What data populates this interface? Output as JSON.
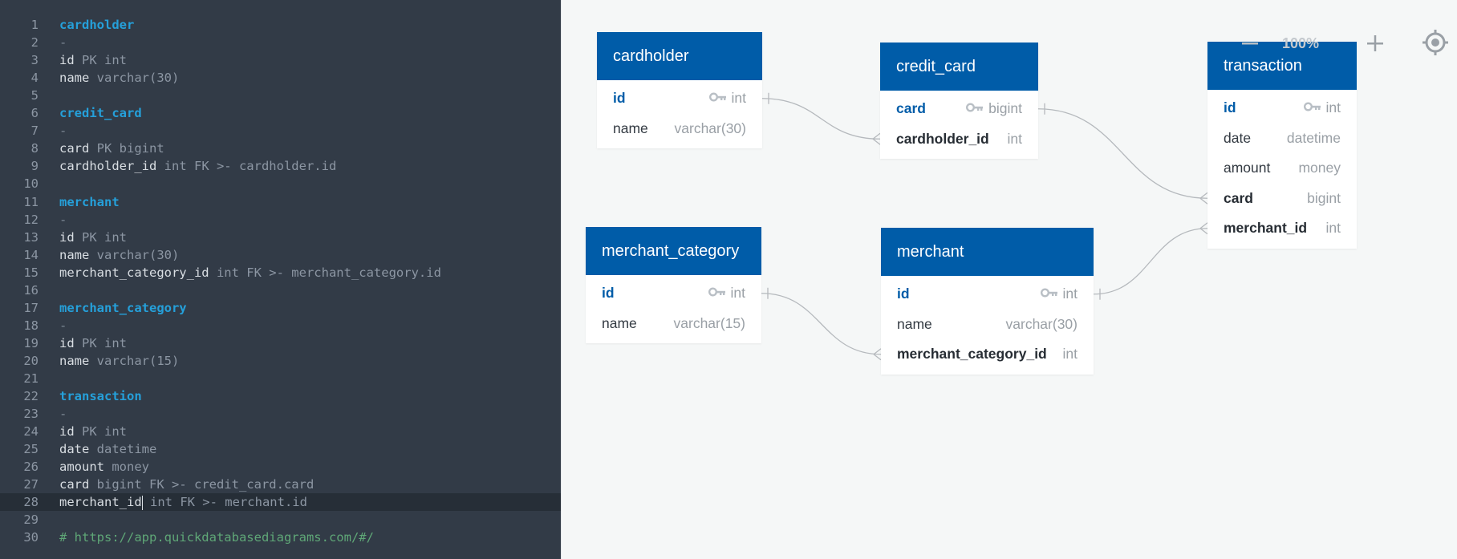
{
  "editor": {
    "lines": [
      {
        "n": "1",
        "parts": [
          {
            "t": "cardholder",
            "c": "kw-table"
          }
        ]
      },
      {
        "n": "2",
        "parts": [
          {
            "t": "-",
            "c": "kw-sep"
          }
        ]
      },
      {
        "n": "3",
        "parts": [
          {
            "t": "id ",
            "c": ""
          },
          {
            "t": "PK int",
            "c": "kw-type"
          }
        ]
      },
      {
        "n": "4",
        "parts": [
          {
            "t": "name ",
            "c": ""
          },
          {
            "t": "varchar(30)",
            "c": "kw-type"
          }
        ]
      },
      {
        "n": "5",
        "parts": []
      },
      {
        "n": "6",
        "parts": [
          {
            "t": "credit_card",
            "c": "kw-table"
          }
        ]
      },
      {
        "n": "7",
        "parts": [
          {
            "t": "-",
            "c": "kw-sep"
          }
        ]
      },
      {
        "n": "8",
        "parts": [
          {
            "t": "card ",
            "c": ""
          },
          {
            "t": "PK bigint",
            "c": "kw-type"
          }
        ]
      },
      {
        "n": "9",
        "parts": [
          {
            "t": "cardholder_id ",
            "c": ""
          },
          {
            "t": "int FK >- cardholder.id",
            "c": "kw-type"
          }
        ]
      },
      {
        "n": "10",
        "parts": []
      },
      {
        "n": "11",
        "parts": [
          {
            "t": "merchant",
            "c": "kw-table"
          }
        ]
      },
      {
        "n": "12",
        "parts": [
          {
            "t": "-",
            "c": "kw-sep"
          }
        ]
      },
      {
        "n": "13",
        "parts": [
          {
            "t": "id ",
            "c": ""
          },
          {
            "t": "PK int",
            "c": "kw-type"
          }
        ]
      },
      {
        "n": "14",
        "parts": [
          {
            "t": "name ",
            "c": ""
          },
          {
            "t": "varchar(30)",
            "c": "kw-type"
          }
        ]
      },
      {
        "n": "15",
        "parts": [
          {
            "t": "merchant_category_id ",
            "c": ""
          },
          {
            "t": "int FK >- merchant_category.id",
            "c": "kw-type"
          }
        ]
      },
      {
        "n": "16",
        "parts": []
      },
      {
        "n": "17",
        "parts": [
          {
            "t": "merchant_category",
            "c": "kw-table"
          }
        ]
      },
      {
        "n": "18",
        "parts": [
          {
            "t": "-",
            "c": "kw-sep"
          }
        ]
      },
      {
        "n": "19",
        "parts": [
          {
            "t": "id ",
            "c": ""
          },
          {
            "t": "PK int",
            "c": "kw-type"
          }
        ]
      },
      {
        "n": "20",
        "parts": [
          {
            "t": "name ",
            "c": ""
          },
          {
            "t": "varchar(15)",
            "c": "kw-type"
          }
        ]
      },
      {
        "n": "21",
        "parts": []
      },
      {
        "n": "22",
        "parts": [
          {
            "t": "transaction",
            "c": "kw-table"
          }
        ]
      },
      {
        "n": "23",
        "parts": [
          {
            "t": "-",
            "c": "kw-sep"
          }
        ]
      },
      {
        "n": "24",
        "parts": [
          {
            "t": "id ",
            "c": ""
          },
          {
            "t": "PK int",
            "c": "kw-type"
          }
        ]
      },
      {
        "n": "25",
        "parts": [
          {
            "t": "date ",
            "c": ""
          },
          {
            "t": "datetime",
            "c": "kw-type"
          }
        ]
      },
      {
        "n": "26",
        "parts": [
          {
            "t": "amount ",
            "c": ""
          },
          {
            "t": "money",
            "c": "kw-type"
          }
        ]
      },
      {
        "n": "27",
        "parts": [
          {
            "t": "card ",
            "c": ""
          },
          {
            "t": "bigint FK >- credit_card.card",
            "c": "kw-type"
          }
        ]
      },
      {
        "n": "28",
        "parts": [
          {
            "t": "merchant_id",
            "c": ""
          },
          {
            "t": "|caret|",
            "c": "caret"
          },
          {
            "t": " int FK >- merchant.id",
            "c": "kw-type"
          }
        ],
        "current": true
      },
      {
        "n": "29",
        "parts": []
      },
      {
        "n": "30",
        "parts": [
          {
            "t": "# https://app.quickdatabasediagrams.com/#/",
            "c": "kw-comment"
          }
        ]
      }
    ]
  },
  "toolbar": {
    "zoom_label": "100%",
    "minus_icon": "minus-icon",
    "plus_icon": "plus-icon",
    "locate_icon": "locate-icon"
  },
  "colors": {
    "header": "#005ca8",
    "editor_bg": "#323b47",
    "canvas_bg": "#f5f7f7"
  },
  "tables": [
    {
      "id": "cardholder",
      "title": "cardholder",
      "fields": [
        {
          "name": "id",
          "type": "int",
          "pk": true,
          "fk": false
        },
        {
          "name": "name",
          "type": "varchar(30)",
          "pk": false,
          "fk": false
        }
      ]
    },
    {
      "id": "credit_card",
      "title": "credit_card",
      "fields": [
        {
          "name": "card",
          "type": "bigint",
          "pk": true,
          "fk": false
        },
        {
          "name": "cardholder_id",
          "type": "int",
          "pk": false,
          "fk": true
        }
      ]
    },
    {
      "id": "transaction",
      "title": "transaction",
      "fields": [
        {
          "name": "id",
          "type": "int",
          "pk": true,
          "fk": false
        },
        {
          "name": "date",
          "type": "datetime",
          "pk": false,
          "fk": false
        },
        {
          "name": "amount",
          "type": "money",
          "pk": false,
          "fk": false
        },
        {
          "name": "card",
          "type": "bigint",
          "pk": false,
          "fk": true
        },
        {
          "name": "merchant_id",
          "type": "int",
          "pk": false,
          "fk": true
        }
      ]
    },
    {
      "id": "merchant_category",
      "title": "merchant_category",
      "fields": [
        {
          "name": "id",
          "type": "int",
          "pk": true,
          "fk": false
        },
        {
          "name": "name",
          "type": "varchar(15)",
          "pk": false,
          "fk": false
        }
      ]
    },
    {
      "id": "merchant",
      "title": "merchant",
      "fields": [
        {
          "name": "id",
          "type": "int",
          "pk": true,
          "fk": false
        },
        {
          "name": "name",
          "type": "varchar(30)",
          "pk": false,
          "fk": false
        },
        {
          "name": "merchant_category_id",
          "type": "int",
          "pk": false,
          "fk": true
        }
      ]
    }
  ],
  "relations": [
    {
      "from": "credit_card.cardholder_id",
      "to": "cardholder.id"
    },
    {
      "from": "transaction.card",
      "to": "credit_card.card"
    },
    {
      "from": "transaction.merchant_id",
      "to": "merchant.id"
    },
    {
      "from": "merchant.merchant_category_id",
      "to": "merchant_category.id"
    }
  ]
}
